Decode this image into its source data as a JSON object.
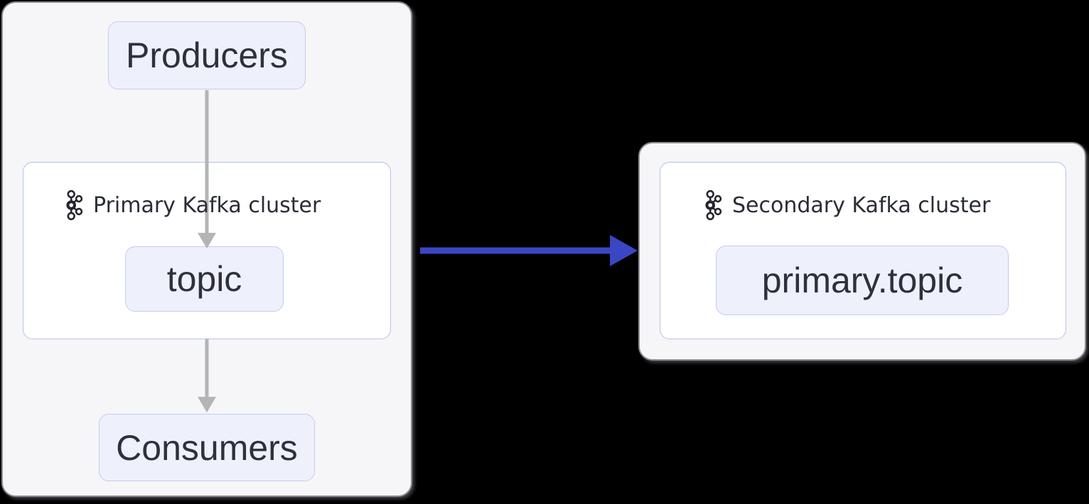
{
  "colors": {
    "canvas_bg": "#000000",
    "group_bg": "#f6f6f8",
    "group_border": "#8d8d95",
    "cluster_border": "#b5c0ee",
    "node_bg": "#eef1fb",
    "node_border": "#c2cbf2",
    "node_text": "#2d313c",
    "label_text": "#2a2d36",
    "icon": "#26242e",
    "edge_gray": "#b3b4b6",
    "edge_blue": "#3a46c3"
  },
  "primary_group": {
    "producers": {
      "label": "Producers"
    },
    "cluster": {
      "icon": "kafka-icon",
      "label": "Primary Kafka cluster",
      "topic": {
        "label": "topic"
      }
    },
    "consumers": {
      "label": "Consumers"
    }
  },
  "secondary_group": {
    "cluster": {
      "icon": "kafka-icon",
      "label": "Secondary Kafka cluster",
      "topic": {
        "label": "primary.topic"
      }
    }
  },
  "edges": [
    {
      "id": "producers-to-topic",
      "style": "gray-arrow"
    },
    {
      "id": "primary-cluster-to-consumers",
      "style": "gray-arrow"
    },
    {
      "id": "primary-group-to-secondary-group",
      "style": "blue-arrow"
    }
  ]
}
